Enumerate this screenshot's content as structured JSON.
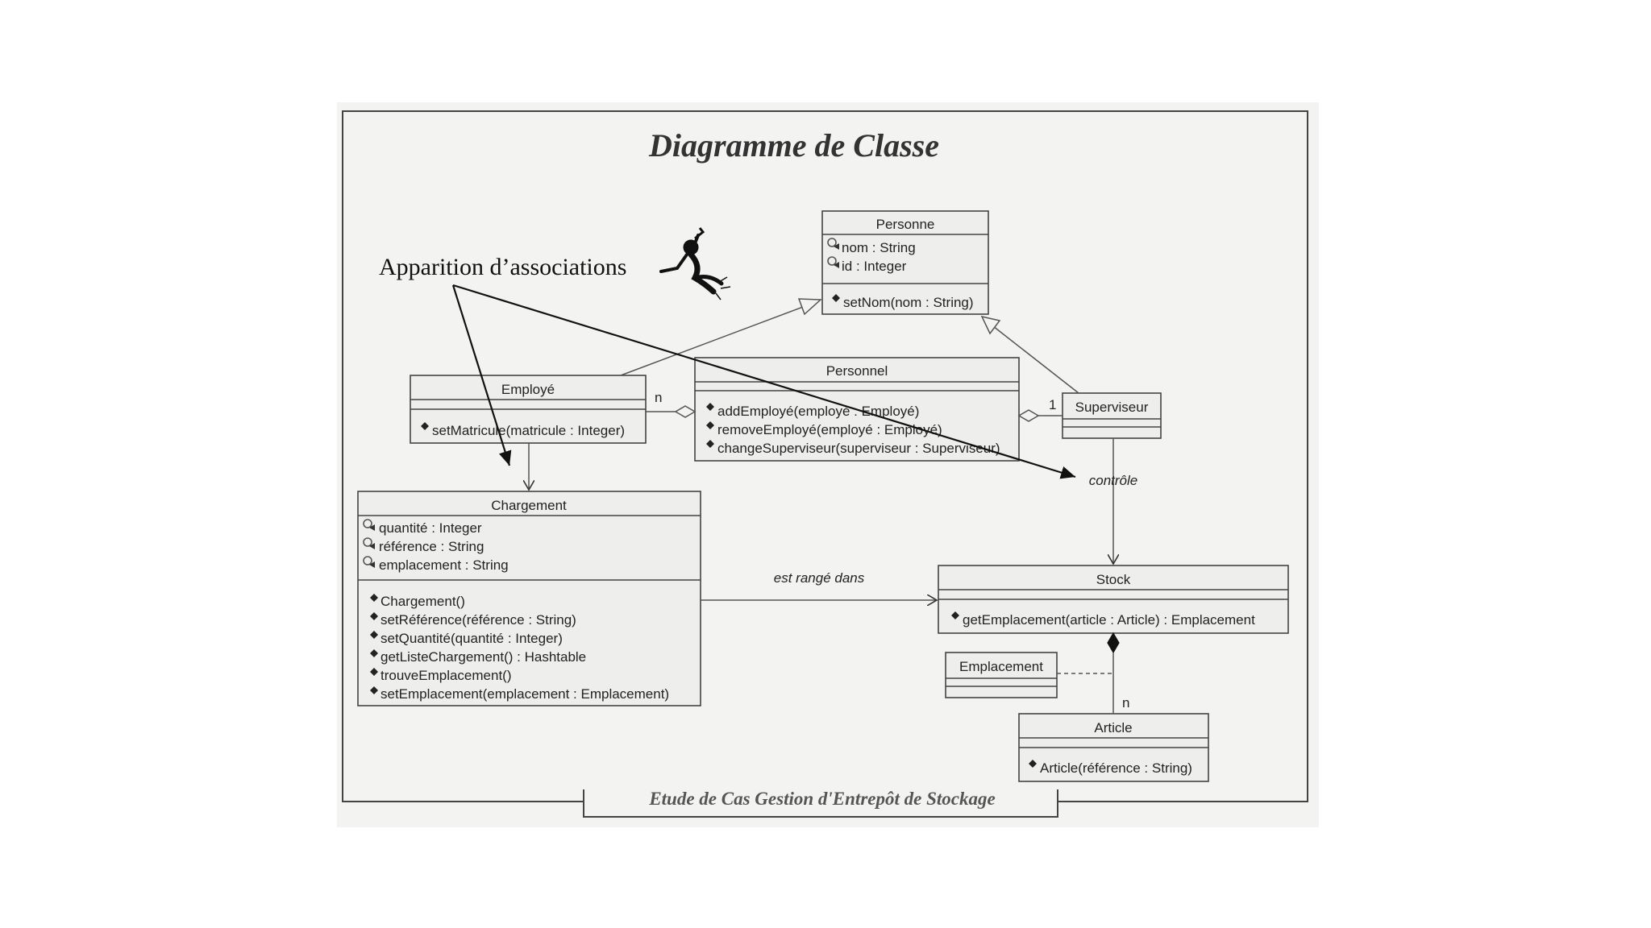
{
  "title": "Diagramme de Classe",
  "subtitle": "Etude de Cas Gestion d'Entrepôt de Stockage",
  "annotation": "Apparition d’associations",
  "classes": {
    "personne": {
      "name": "Personne",
      "attributes": [
        "nom : String",
        "id : Integer"
      ],
      "operations": [
        "setNom(nom : String)"
      ]
    },
    "employe": {
      "name": "Employé",
      "attributes": [],
      "operations": [
        "setMatricule(matricule : Integer)"
      ]
    },
    "personnel": {
      "name": "Personnel",
      "attributes": [],
      "operations": [
        "addEmployé(employé : Employé)",
        "removeEmployé(employé : Employé)",
        "changeSuperviseur(superviseur : Superviseur)"
      ]
    },
    "superviseur": {
      "name": "Superviseur",
      "attributes": [],
      "operations": []
    },
    "chargement": {
      "name": "Chargement",
      "attributes": [
        "quantité : Integer",
        "référence : String",
        "emplacement : String"
      ],
      "operations": [
        "Chargement()",
        "setRéférence(référence : String)",
        "setQuantité(quantité : Integer)",
        "getListeChargement() : Hashtable",
        "trouveEmplacement()",
        "setEmplacement(emplacement : Emplacement)"
      ]
    },
    "stock": {
      "name": "Stock",
      "attributes": [],
      "operations": [
        "getEmplacement(article : Article) : Emplacement"
      ]
    },
    "emplacement": {
      "name": "Emplacement",
      "attributes": [],
      "operations": []
    },
    "article": {
      "name": "Article",
      "attributes": [],
      "operations": [
        "Article(référence : String)"
      ]
    }
  },
  "associations": {
    "employe_personnel_mult": "n",
    "superviseur_personnel_mult": "1",
    "controle": "contrôle",
    "est_range_dans": "est rangé dans",
    "article_mult": "n"
  },
  "colors": {
    "frame": "#444444",
    "box_fill": "#eeeeec",
    "panel": "#f3f3f1",
    "text": "#222222"
  }
}
